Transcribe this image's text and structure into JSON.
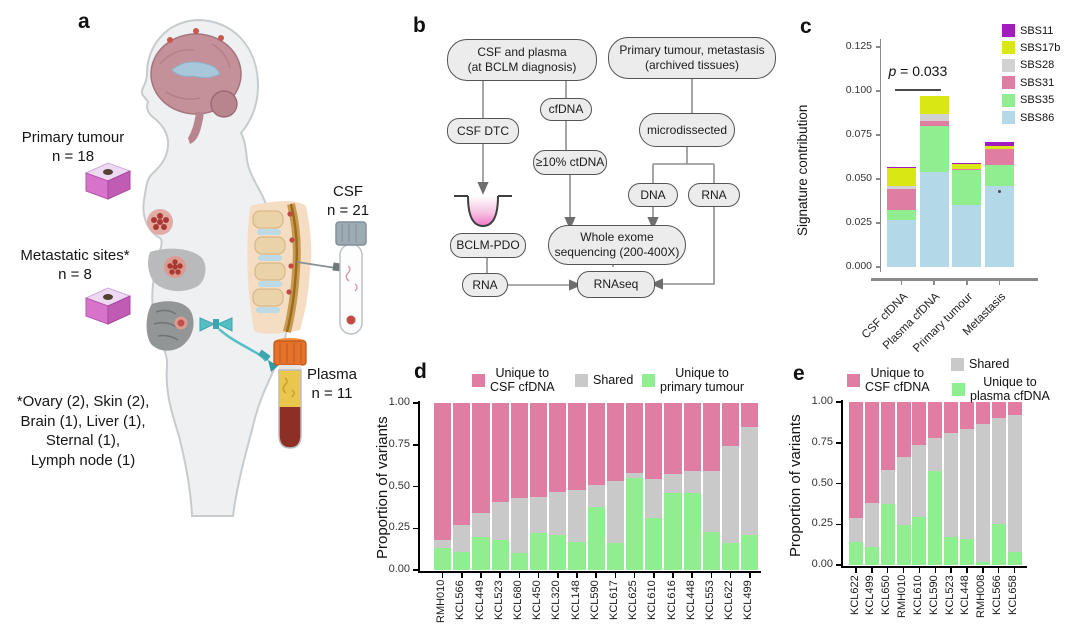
{
  "panels": {
    "a": "a",
    "b": "b",
    "c": "c",
    "d": "d",
    "e": "e"
  },
  "panel_a": {
    "labels": {
      "primary_tumour": "Primary tumour\nn = 18",
      "metastatic_sites": "Metastatic sites*\nn = 8",
      "csf": "CSF\nn = 21",
      "plasma": "Plasma\nn = 11",
      "footnote": "*Ovary (2), Skin (2),\nBrain (1), Liver (1),\nSternal (1),\nLymph node (1)"
    }
  },
  "panel_b": {
    "nodes": {
      "csf_plasma": "CSF and plasma\n(at BCLM diagnosis)",
      "primary_tumour": "Primary tumour, metastasis\n(archived tissues)",
      "cfdna": "cfDNA",
      "csf_dtc": "CSF DTC",
      "microdissected": "microdissected",
      "ctdna": "≥10% ctDNA",
      "dna": "DNA",
      "rna_tissue": "RNA",
      "bclm_pdo": "BCLM-PDO",
      "wes": "Whole exome\nsequencing (200-400X)",
      "rna_pdo": "RNA",
      "rnaseq": "RNAseq"
    }
  },
  "chart_data": [
    {
      "id": "c",
      "type": "bar",
      "stacked": true,
      "ylabel": "Signature contribution",
      "categories": [
        "CSF cfDNA",
        "Plasma cfDNA",
        "Primary tumour",
        "Metastasis"
      ],
      "series": [
        {
          "name": "SBS11",
          "color": "#a21bbf",
          "values": [
            0.001,
            0,
            0.0005,
            0.002
          ]
        },
        {
          "name": "SBS17b",
          "color": "#d9e814",
          "values": [
            0.01,
            0.01,
            0.003,
            0.002
          ]
        },
        {
          "name": "SBS28",
          "color": "#d2d2d2",
          "values": [
            0.0015,
            0.004,
            0,
            0
          ]
        },
        {
          "name": "SBS31",
          "color": "#e07da3",
          "values": [
            0.012,
            0.003,
            0.0005,
            0.009
          ]
        },
        {
          "name": "SBS35",
          "color": "#90ee90",
          "values": [
            0.006,
            0.026,
            0.02,
            0.012
          ]
        },
        {
          "name": "SBS86",
          "color": "#b3d8e7",
          "values": [
            0.0265,
            0.054,
            0.035,
            0.046
          ]
        }
      ],
      "ylim": [
        0,
        0.125
      ],
      "yticks": [
        "0.000",
        "0.025",
        "0.050",
        "0.075",
        "0.100",
        "0.125"
      ],
      "legend_position": "top-right",
      "annotations": {
        "p_value": {
          "symbol": "p",
          "text": " = 0.033",
          "between": [
            "CSF cfDNA",
            "Plasma cfDNA"
          ],
          "bar_height": 0.101
        },
        "significance_dot": {
          "category": "Metastasis",
          "value": 0.043
        }
      }
    },
    {
      "id": "d",
      "type": "bar",
      "stacked": true,
      "ylabel": "Proportion of variants",
      "categories": [
        "RMH010",
        "KCL566",
        "KCL449",
        "KCL523",
        "KCL680",
        "KCL450",
        "KCL320",
        "KCL148",
        "KCL590",
        "KCL617",
        "KCL625",
        "KCL610",
        "KCL616",
        "KCL448",
        "KCL553",
        "KCL622",
        "KCL499"
      ],
      "series": [
        {
          "name": "Unique to\nCSF cfDNA",
          "color": "#e07da3",
          "values": [
            0.82,
            0.73,
            0.66,
            0.59,
            0.57,
            0.56,
            0.53,
            0.52,
            0.49,
            0.47,
            0.42,
            0.455,
            0.425,
            0.41,
            0.41,
            0.255,
            0.145
          ]
        },
        {
          "name": "Shared",
          "color": "#c9c9c9",
          "values": [
            0.05,
            0.16,
            0.14,
            0.23,
            0.33,
            0.22,
            0.26,
            0.31,
            0.13,
            0.37,
            0.03,
            0.235,
            0.115,
            0.13,
            0.36,
            0.585,
            0.645
          ]
        },
        {
          "name": "Unique to\nprimary tumour",
          "color": "#90ee90",
          "values": [
            0.13,
            0.11,
            0.2,
            0.18,
            0.1,
            0.22,
            0.21,
            0.17,
            0.38,
            0.16,
            0.55,
            0.31,
            0.46,
            0.46,
            0.23,
            0.16,
            0.21
          ]
        }
      ],
      "ylim": [
        0,
        1.0
      ],
      "yticks": [
        "0.00",
        "0.25",
        "0.50",
        "0.75",
        "1.00"
      ],
      "legend_position": "top"
    },
    {
      "id": "e",
      "type": "bar",
      "stacked": true,
      "ylabel": "Proportion of variants",
      "categories": [
        "KCL622",
        "KCL499",
        "KCL650",
        "RMH010",
        "KCL610",
        "KCL590",
        "KCL523",
        "KCL448",
        "RMH008",
        "KCL566",
        "KCL658"
      ],
      "series": [
        {
          "name": "Unique to\nCSF cfDNA",
          "color": "#e07da3",
          "values": [
            0.71,
            0.62,
            0.42,
            0.34,
            0.265,
            0.22,
            0.19,
            0.165,
            0.135,
            0.1,
            0.08
          ]
        },
        {
          "name": "Shared",
          "color": "#c9c9c9",
          "values": [
            0.15,
            0.27,
            0.205,
            0.415,
            0.44,
            0.205,
            0.64,
            0.675,
            0.845,
            0.65,
            0.84
          ]
        },
        {
          "name": "Unique to\nplasma cfDNA",
          "color": "#90ee90",
          "values": [
            0.14,
            0.11,
            0.375,
            0.245,
            0.295,
            0.575,
            0.17,
            0.16,
            0.02,
            0.25,
            0.08
          ]
        }
      ],
      "ylim": [
        0,
        1.0
      ],
      "yticks": [
        "0.00",
        "0.25",
        "0.50",
        "0.75",
        "1.00"
      ],
      "legend_position": "top"
    }
  ]
}
